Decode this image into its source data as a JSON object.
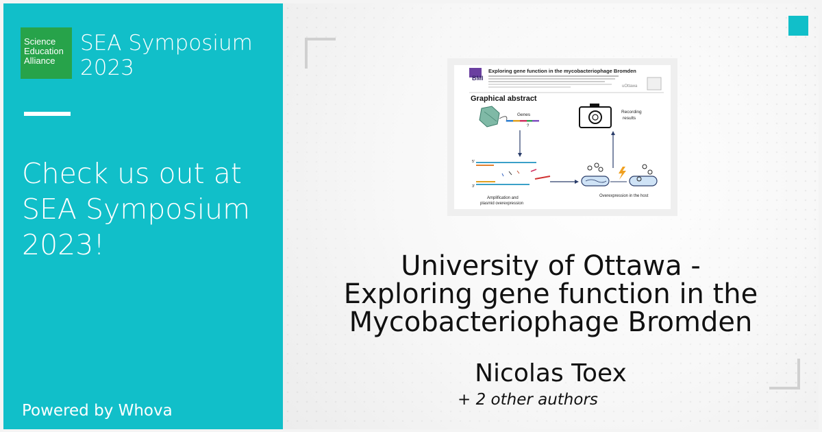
{
  "logo": {
    "lines": [
      "Science",
      "Education",
      "Alliance"
    ],
    "color": "#27a34a"
  },
  "event": {
    "title_line1": "SEA Symposium",
    "title_line2": "2023"
  },
  "cta": {
    "line1": "Check us out at",
    "line2": "SEA Symposium",
    "line3": "2023!"
  },
  "footer": {
    "powered_by": "Powered by Whova"
  },
  "poster": {
    "title_line1": "University of Ottawa -",
    "title_line2": "Exploring gene function in the",
    "title_line3": "Mycobacteriophage Bromden",
    "author": "Nicolas Toex",
    "other_authors": "+ 2 other authors"
  },
  "thumbnail": {
    "header": "Exploring gene function in the mycobacteriophage Bromden",
    "logo_text": "BMI",
    "section": "Graphical abstract",
    "genes_label": "Genes",
    "recording_label_1": "Recording",
    "recording_label_2": "results",
    "amp_label_1": "Amplification and",
    "amp_label_2": "plasmid overexpression",
    "host_label": "Overexpression in the host",
    "five_prime": "5'",
    "three_prime": "3'",
    "question": "?",
    "uottawa": "uOttawa"
  },
  "colors": {
    "accent": "#11bfc9",
    "logo_green": "#27a34a",
    "background": "#f4f4f4"
  }
}
